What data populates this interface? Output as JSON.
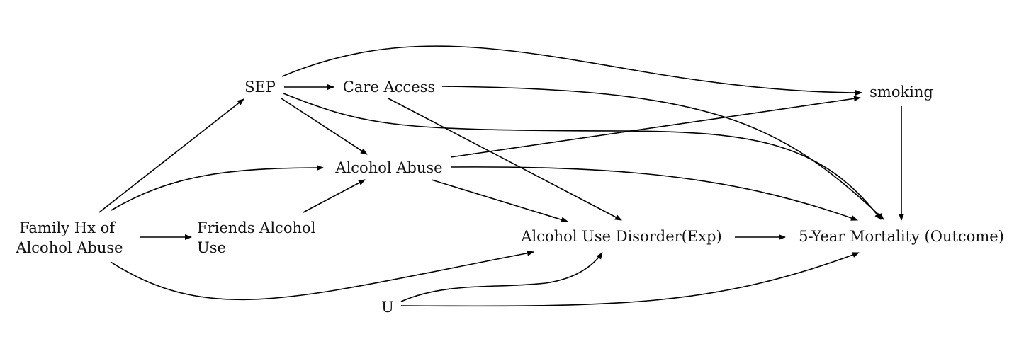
{
  "nodes": {
    "family_hx": {
      "lines": [
        "Family Hx of",
        "Alcohol Abuse"
      ]
    },
    "friends": {
      "lines": [
        "Friends Alcohol",
        "Use"
      ]
    },
    "sep": {
      "lines": [
        "SEP"
      ]
    },
    "care": {
      "lines": [
        "Care Access"
      ]
    },
    "alcohol_abuse": {
      "lines": [
        "Alcohol Abuse"
      ]
    },
    "aud": {
      "lines": [
        "Alcohol Use Disorder(Exp)"
      ]
    },
    "mortality": {
      "lines": [
        "5-Year Mortality (Outcome)"
      ]
    },
    "smoking": {
      "lines": [
        "smoking"
      ]
    },
    "u": {
      "lines": [
        "U"
      ]
    }
  },
  "edges": [
    {
      "from": "family_hx",
      "to": "sep"
    },
    {
      "from": "family_hx",
      "to": "alcohol_abuse"
    },
    {
      "from": "family_hx",
      "to": "friends"
    },
    {
      "from": "family_hx",
      "to": "aud"
    },
    {
      "from": "friends",
      "to": "alcohol_abuse"
    },
    {
      "from": "sep",
      "to": "care"
    },
    {
      "from": "sep",
      "to": "alcohol_abuse"
    },
    {
      "from": "sep",
      "to": "smoking"
    },
    {
      "from": "sep",
      "to": "mortality"
    },
    {
      "from": "care",
      "to": "aud"
    },
    {
      "from": "care",
      "to": "mortality"
    },
    {
      "from": "alcohol_abuse",
      "to": "smoking"
    },
    {
      "from": "alcohol_abuse",
      "to": "aud"
    },
    {
      "from": "alcohol_abuse",
      "to": "mortality"
    },
    {
      "from": "smoking",
      "to": "mortality"
    },
    {
      "from": "aud",
      "to": "mortality"
    },
    {
      "from": "u",
      "to": "aud"
    },
    {
      "from": "u",
      "to": "mortality"
    }
  ]
}
